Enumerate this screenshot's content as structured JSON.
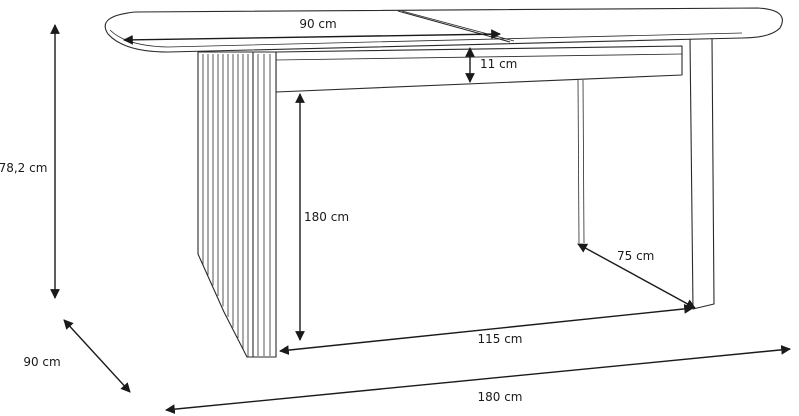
{
  "dimensions": {
    "extension_length": "90 cm",
    "apron_height": "11 cm",
    "overall_height": "78,2 cm",
    "leg_clearance": "180 cm",
    "inner_depth": "75 cm",
    "inner_width": "115 cm",
    "depth": "90 cm",
    "length": "180 cm"
  },
  "colors": {
    "line": "#2a2a2a",
    "arrow": "#1a1a1a"
  }
}
